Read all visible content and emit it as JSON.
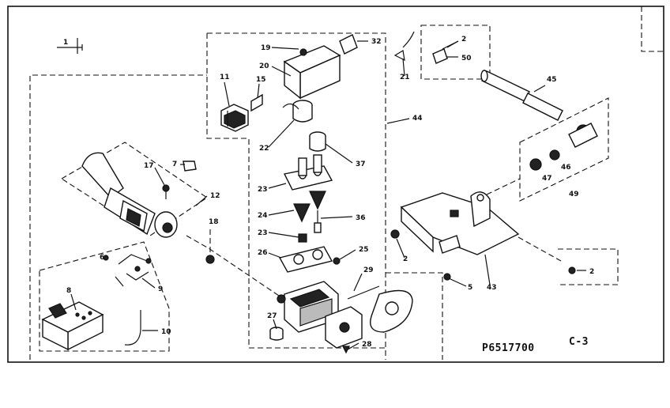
{
  "diagram": {
    "part_number": "P6517700",
    "sheet": "C-3",
    "callouts": {
      "c1": "1",
      "c19": "19",
      "c32": "32",
      "c20": "20",
      "c11": "11",
      "c15": "15",
      "c21": "21",
      "c2a": "2",
      "c50": "50",
      "c45": "45",
      "c44": "44",
      "c22": "22",
      "c37": "37",
      "c7": "7",
      "c17": "17",
      "c12": "12",
      "c23a": "23",
      "c24": "24",
      "c36": "36",
      "c23b": "23",
      "c18": "18",
      "c25": "25",
      "c26": "26",
      "c6": "6",
      "c8": "8",
      "c9": "9",
      "c10": "10",
      "c29": "29",
      "c27": "27",
      "c28": "28",
      "c46": "46",
      "c47": "47",
      "c49": "49",
      "c2b": "2",
      "c5": "5",
      "c43": "43",
      "c2c": "2"
    }
  }
}
